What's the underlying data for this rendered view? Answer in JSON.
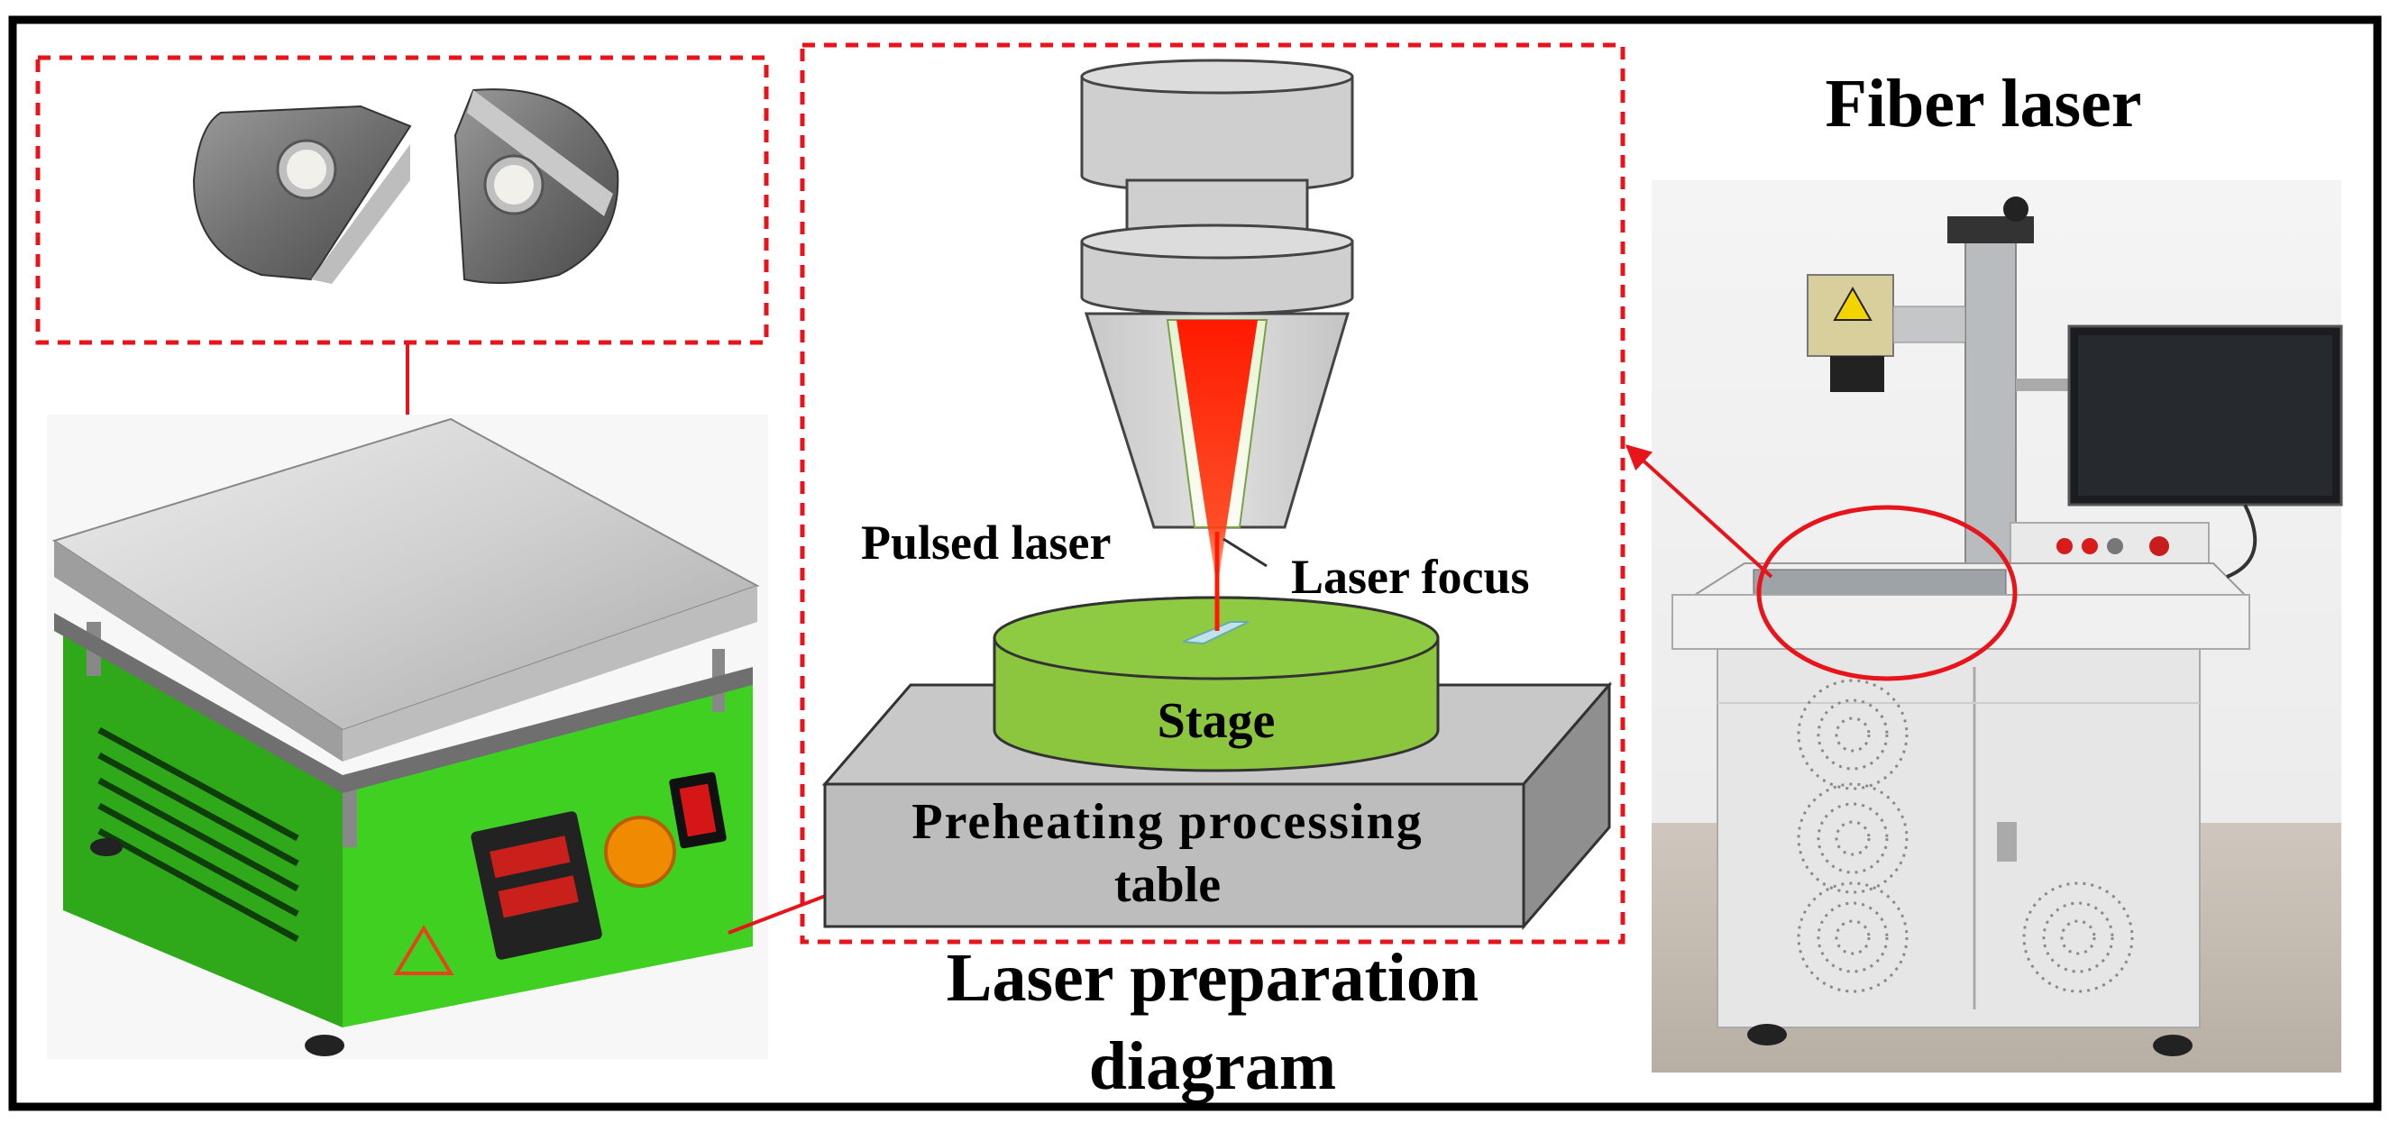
{
  "labels": {
    "fiber_laser": "Fiber laser",
    "pulsed_laser": "Pulsed laser",
    "laser_focus": "Laser focus",
    "stage": "Stage",
    "table_line1": "Preheating processing",
    "table_line2": "table",
    "caption_line1": "Laser preparation",
    "caption_line2": "diagram"
  },
  "colors": {
    "frame": "#000000",
    "callout_red": "#e8141b",
    "stage_green": "#8cc63f",
    "table_gray": "#bdbdbd",
    "laser_red": "#ff1a00",
    "heater_green": "#39c21e",
    "lens_gray": "#cfcfcf"
  },
  "icons": {
    "photo_left": "sample-discs-photo",
    "photo_heater": "heating-plate-photo",
    "photo_machine": "fiber-laser-machine-photo"
  }
}
